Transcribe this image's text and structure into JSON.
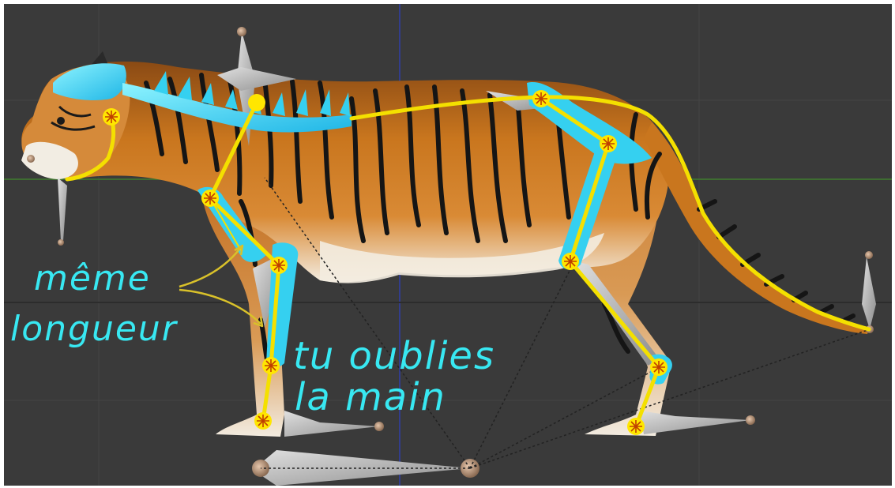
{
  "viewport": {
    "background": "#3a3a3a",
    "grid_color": "#444444",
    "x_axis_color": "#3f7d2e",
    "y_axis_color": "#2f3ea8"
  },
  "colors": {
    "annotation": "#38e8f2",
    "spine_bones": "#35d0f0",
    "rig_lines": "#f4e000",
    "joint_fill": "#ffe600",
    "joint_star": "#c04000",
    "fur_base": "#c9761e",
    "fur_belly": "#f3ece0",
    "stripes": "#151515",
    "bone_gray": "#b9b9b9",
    "bone_tip": "#c9a284"
  },
  "annotations": {
    "meme": "même",
    "longueur": "longueur",
    "tu_oublies": "tu oublies",
    "la_main": "la main"
  },
  "icons": {
    "joint": "joint-star-icon",
    "bone": "octahedral-bone-icon",
    "arrow": "annotation-arrow-icon"
  }
}
